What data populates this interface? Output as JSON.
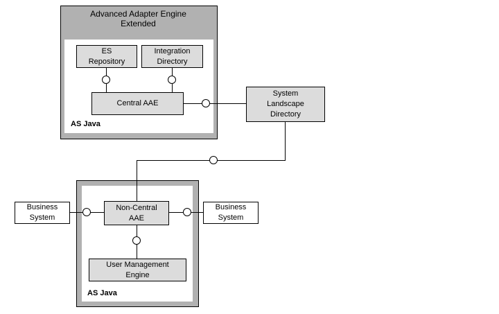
{
  "colors": {
    "container_gray": "#b1b1b1",
    "box_fill_gray": "#dcdcdc",
    "business_system_fill": "#ffffff",
    "line_color": "#000000"
  },
  "top_container": {
    "title": [
      "Advanced Adapter Engine",
      "Extended"
    ],
    "platform": "AS Java",
    "es_repository": [
      "ES",
      "Repository"
    ],
    "integration_directory": [
      "Integration",
      "Directory"
    ],
    "central_aae": "Central AAE"
  },
  "system_landscape_directory": [
    "System",
    "Landscape",
    "Directory"
  ],
  "bottom_container": {
    "platform": "AS Java",
    "non_central_aae": [
      "Non-Central",
      "AAE"
    ],
    "user_management_engine": [
      "User Management",
      "Engine"
    ]
  },
  "business_systems": {
    "left": [
      "Business",
      "System"
    ],
    "right": [
      "Business",
      "System"
    ]
  }
}
